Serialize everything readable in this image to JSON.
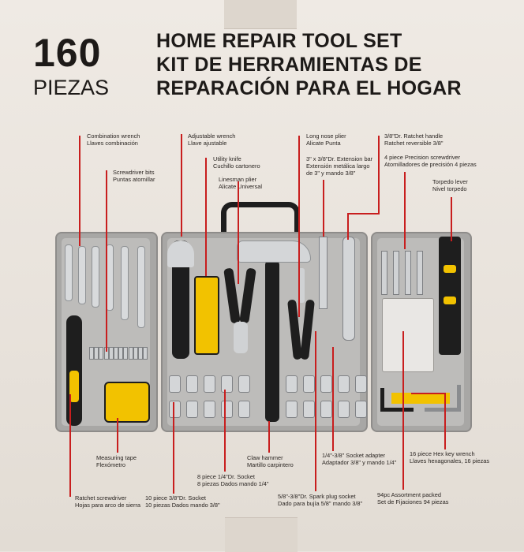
{
  "header": {
    "count": "160",
    "piezas": "PIEZAS",
    "title_line1": "HOME REPAIR TOOL SET",
    "title_line2": "KIT DE HERRAMIENTAS DE",
    "title_line3": "REPARACIÓN PARA EL HOGAR"
  },
  "labels": {
    "combination_wrench": {
      "en": "Combination wrench",
      "es": "Llaves combinación"
    },
    "screwdriver_bits": {
      "en": "Screwdriver bits",
      "es": "Puntas atornillar"
    },
    "adjustable_wrench": {
      "en": "Adjustable wrench",
      "es": "Llave ajustable"
    },
    "utility_knife": {
      "en": "Utility knife",
      "es": "Cuchillo cartonero"
    },
    "linesman_plier": {
      "en": "Linesman plier",
      "es": "Alicate Universal"
    },
    "long_nose_plier": {
      "en": "Long nose plier",
      "es": "Alicate Punta"
    },
    "extension_bar": {
      "en": "3\" x 3/8\"Dr. Extension bar",
      "es1": "Extensión metálica largo",
      "es2": "de 3\" y mando 3/8\""
    },
    "ratchet_handle": {
      "en": "3/8\"Dr. Ratchet handle",
      "es": "Ratchet reversible 3/8\""
    },
    "precision_screwdriver": {
      "en": "4 piece Precision screwdriver",
      "es": "Atornilladores de precisión 4 piezas"
    },
    "torpedo_level": {
      "en": "Torpedo lever",
      "es": "Nivel torpedo"
    },
    "measuring_tape": {
      "en": "Measuring tape",
      "es": "Flexómetro"
    },
    "ratchet_screwdriver": {
      "en": "Ratchet screwdriver",
      "es": "Hojas para arco de sierra"
    },
    "socket_10": {
      "en": "10 piece 3/8\"Dr. Socket",
      "es": "10 piezas Dados mando 3/8\""
    },
    "socket_8": {
      "en": "8 piece 1/4\"Dr. Socket",
      "es": "8 piezas Dados mando 1/4\""
    },
    "claw_hammer": {
      "en": "Claw hammer",
      "es": "Martillo carpintero"
    },
    "spark_plug_socket": {
      "en": "5/8\"-3/8\"Dr. Spark plug socket",
      "es": "Dado para bujía 5/8\" mando 3/8\""
    },
    "socket_adapter": {
      "en": "1/4\"-3/8\" Socket adapter",
      "es": "Adaptador 3/8\" y mando 1/4\""
    },
    "assortment": {
      "en": "94pc Assortment packed",
      "es": "Set de Fijaciones 94 piezas"
    },
    "hex_key": {
      "en": "16 piece Hex key wrench",
      "es": "Llaves hexagonales, 16 piezas"
    }
  },
  "colors": {
    "lead": "#c81e1e",
    "case": "#a8a7a5",
    "handle": "#1e1e1e",
    "accent_yellow": "#f2c200"
  }
}
